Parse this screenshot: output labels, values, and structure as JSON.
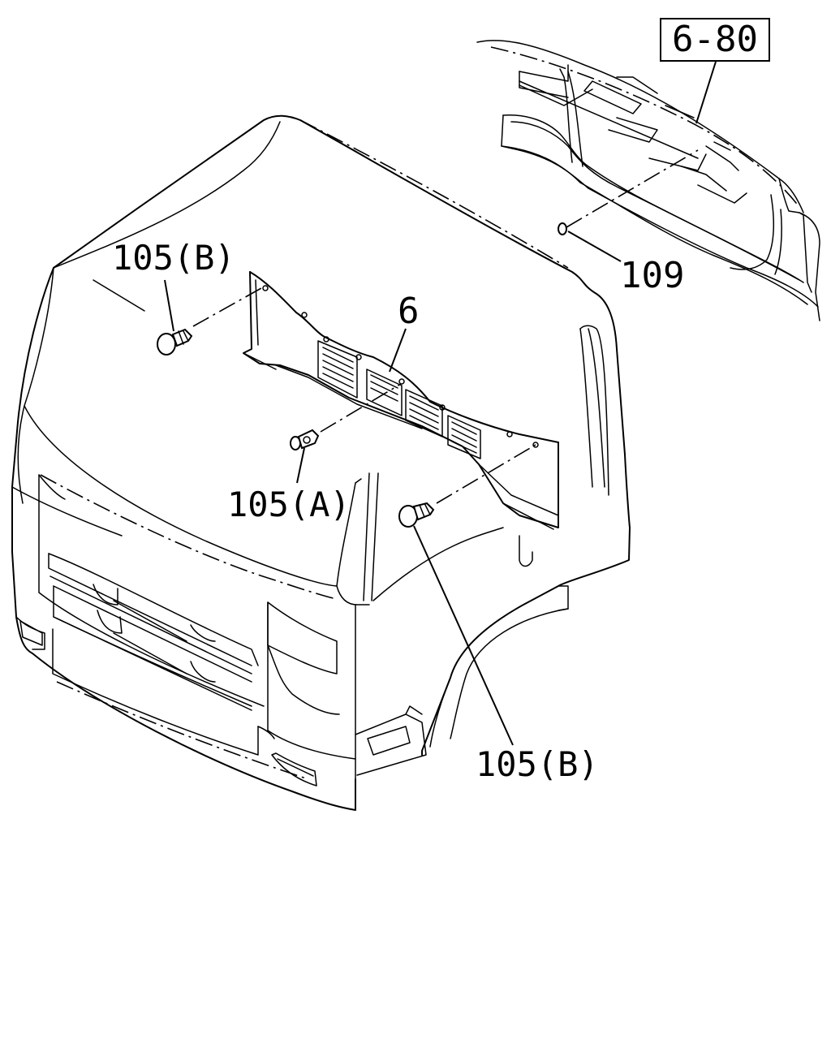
{
  "callouts": {
    "ref_box": "6-80",
    "part_109": "109",
    "part_6": "6",
    "clip_b_top": "105(B)",
    "clip_a": "105(A)",
    "clip_b_bottom": "105(B)"
  }
}
